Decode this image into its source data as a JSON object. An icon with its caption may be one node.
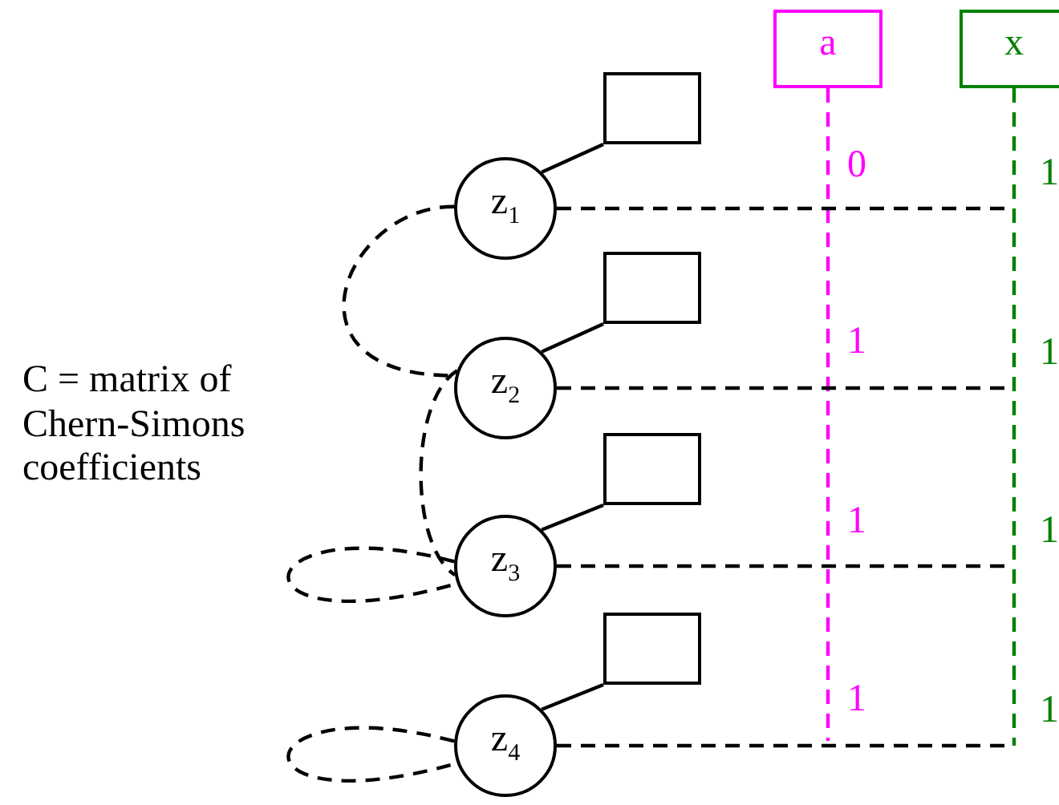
{
  "diagram": {
    "nodes": [
      {
        "text": [
          "a"
        ]
      },
      {
        "text": [
          "x"
        ]
      },
      {
        "text": [],
        "shape": "box"
      },
      {
        "text": [
          "z$_{1}$"
        ]
      },
      {
        "text": [],
        "shape": "box"
      },
      {
        "text": [
          "z$_{2}$"
        ]
      },
      {
        "text": [],
        "shape": "box"
      },
      {
        "text": [
          "z$_{3}$"
        ]
      },
      {
        "text": [],
        "shape": "box"
      },
      {
        "text": [
          "z$_{4}$"
        ]
      }
    ],
    "edges": [
      {
        "from": 0,
        "to": null,
        "arrow": "none",
        "style": "dashed",
        "color": "#ff00ff"
      },
      {
        "from": 1,
        "to": null,
        "arrow": "none",
        "style": "dashed",
        "color": "#008000"
      },
      {
        "from": 3,
        "to": 2,
        "arrow": "none"
      },
      {
        "from": 5,
        "to": 4,
        "arrow": "none"
      },
      {
        "from": 7,
        "to": 6,
        "arrow": "none"
      },
      {
        "from": 9,
        "to": 8,
        "arrow": "none"
      },
      {
        "from": 3,
        "to": null,
        "arrow": "none",
        "style": "dashed"
      },
      {
        "from": 5,
        "to": null,
        "arrow": "none",
        "style": "dashed"
      },
      {
        "from": 7,
        "to": null,
        "arrow": "none",
        "style": "dashed"
      },
      {
        "from": 9,
        "to": null,
        "arrow": "none",
        "style": "dashed"
      },
      {
        "from": 3,
        "to": 5,
        "arrow": "none",
        "style": "dashed"
      },
      {
        "from": 5,
        "to": 7,
        "arrow": "none",
        "style": "dashed"
      },
      {
        "from": 7,
        "to": 7,
        "arrow": "none",
        "style": "dashed"
      },
      {
        "from": 9,
        "to": 9,
        "arrow": "none",
        "style": "dashed"
      }
    ],
    "labels": [
      "0",
      "1",
      "C = matrix of Chern-Simons coefficients",
      "1",
      "1",
      "1",
      "1",
      "1",
      "1"
    ]
  }
}
